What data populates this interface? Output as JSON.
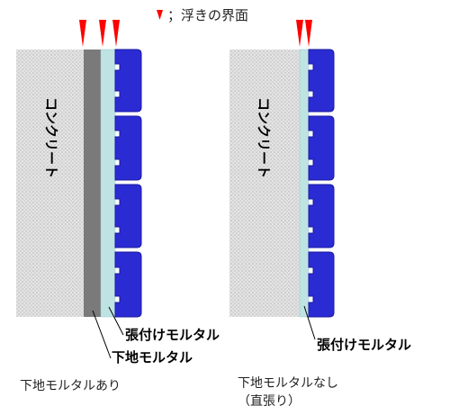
{
  "legend": {
    "marker_color": "#ff0000",
    "text": "；浮きの界面"
  },
  "left_panel": {
    "concrete_label": "コンクリート",
    "tile_adhesive_label": "張付けモルタル",
    "base_mortar_label": "下地モルタル",
    "caption": "下地モルタルあり"
  },
  "right_panel": {
    "concrete_label": "コンクリート",
    "tile_adhesive_label": "張付けモルタル",
    "caption_line1": "下地モルタルなし",
    "caption_line2": "（直張り）"
  },
  "colors": {
    "concrete": "#e4e4e4",
    "concrete_dots": "#9a9a9a",
    "base_mortar": "#7a7a7a",
    "tile_adhesive": "#bfe3e3",
    "tile": "#2b2bd4",
    "tile_border": "#1a1aa0",
    "marker": "#ff0000"
  }
}
